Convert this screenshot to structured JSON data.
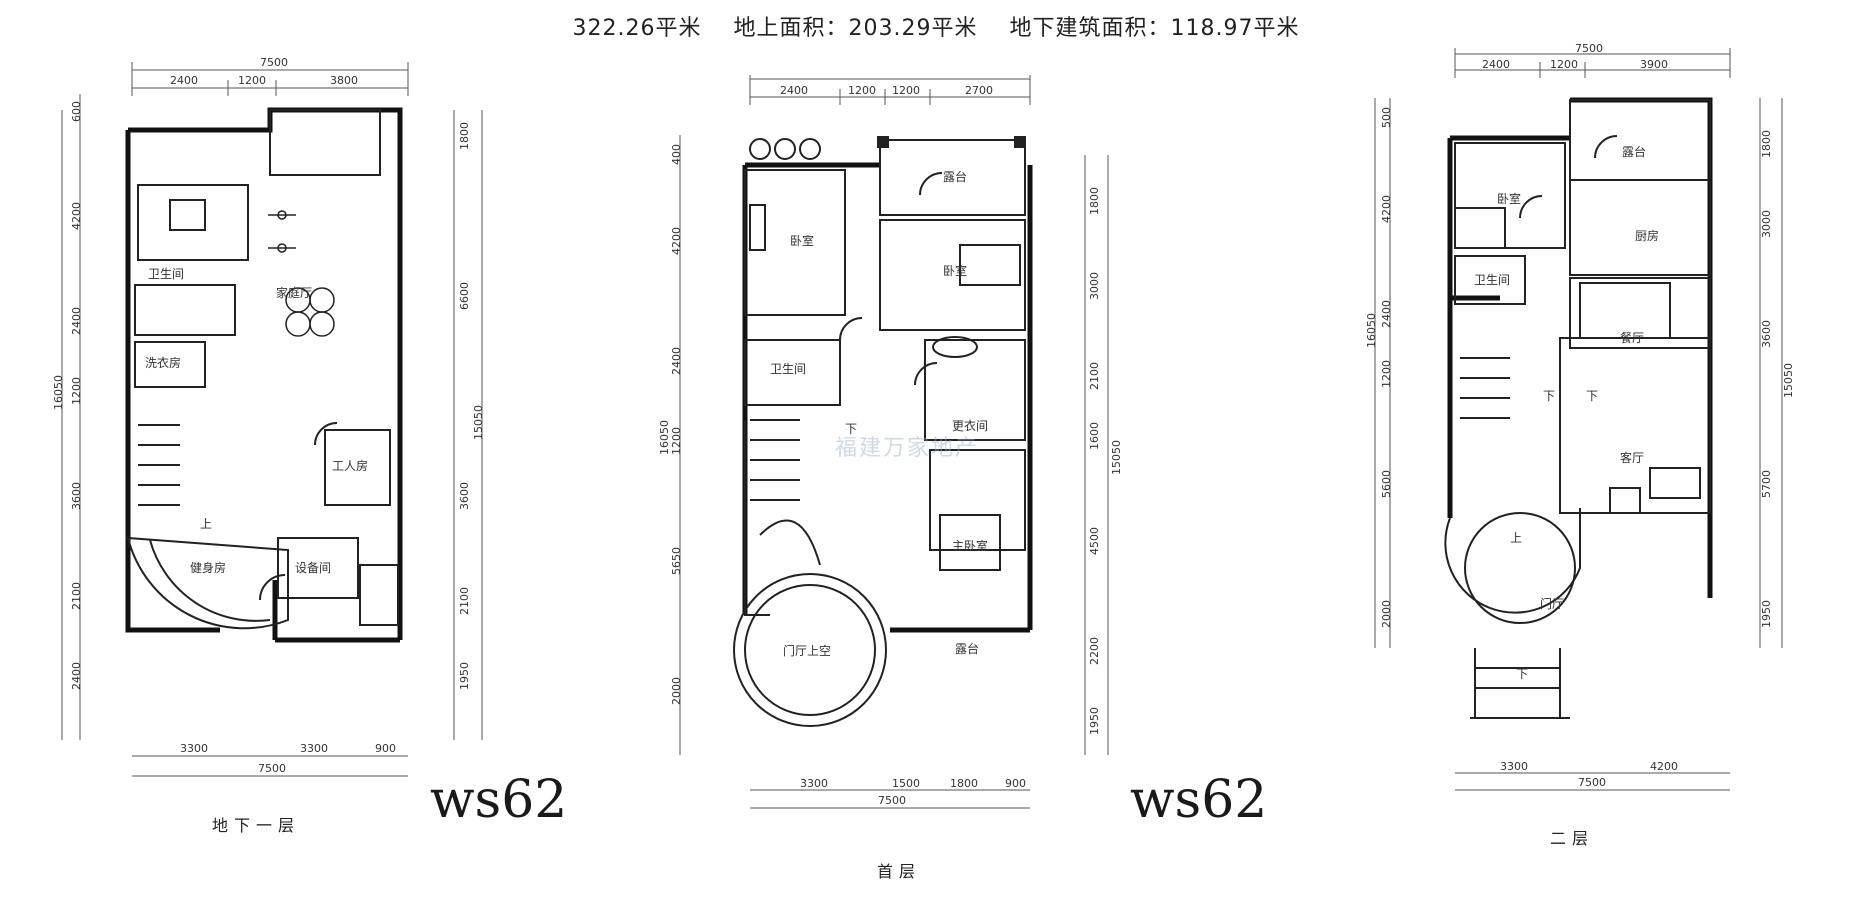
{
  "header": {
    "total": "322.26平米",
    "above": "地上面积：203.29平米",
    "below": "地下建筑面积：118.97平米"
  },
  "codes": [
    "ws62",
    "ws62"
  ],
  "watermark": "福建万家地产",
  "captions": {
    "basement": "地下一层",
    "first": "首层",
    "second": "二层"
  },
  "basement": {
    "dims_top": [
      "7500",
      "2400",
      "1200",
      "3800"
    ],
    "dims_bottom": [
      "3300",
      "3300",
      "900",
      "7500"
    ],
    "dims_left": [
      "600",
      "4200",
      "2400",
      "1200",
      "3600",
      "2100",
      "2400",
      "16050"
    ],
    "dims_right": [
      "1800",
      "6600",
      "3600",
      "2100",
      "1950",
      "15050"
    ],
    "rooms": {
      "living": "家庭厅",
      "wc": "卫生间",
      "laundry": "洗衣房",
      "worker": "工人房",
      "equip": "设备间",
      "gym": "健身房",
      "up": "上"
    }
  },
  "first": {
    "dims_top": [
      "2400",
      "1200",
      "1200",
      "2700"
    ],
    "dims_bottom": [
      "3300",
      "1500",
      "1800",
      "900",
      "7500"
    ],
    "dims_left": [
      "400",
      "4200",
      "2400",
      "1200",
      "5650",
      "2000",
      "16050"
    ],
    "dims_right": [
      "1800",
      "3000",
      "2100",
      "1600",
      "4500",
      "2200",
      "1950",
      "15050"
    ],
    "rooms": {
      "bal1": "露台",
      "bed1": "卧室",
      "bed2": "卧室",
      "wc": "卫生间",
      "closet": "更衣间",
      "master": "主卧室",
      "foyer": "门厅上空",
      "bal2": "露台",
      "down": "下"
    }
  },
  "second": {
    "dims_top": [
      "7500",
      "2400",
      "1200",
      "3900"
    ],
    "dims_bottom": [
      "3300",
      "4200",
      "7500"
    ],
    "dims_left": [
      "500",
      "4200",
      "2400",
      "1200",
      "5600",
      "2000",
      "16050"
    ],
    "dims_right": [
      "1800",
      "3000",
      "3600",
      "5700",
      "1950",
      "15050"
    ],
    "rooms": {
      "bal": "露台",
      "bed": "卧室",
      "kitchen": "厨房",
      "wc": "卫生间",
      "dining": "餐厅",
      "living": "客厅",
      "hall": "门厅",
      "up": "上",
      "down1": "下",
      "down2": "下",
      "down3": "下"
    }
  }
}
